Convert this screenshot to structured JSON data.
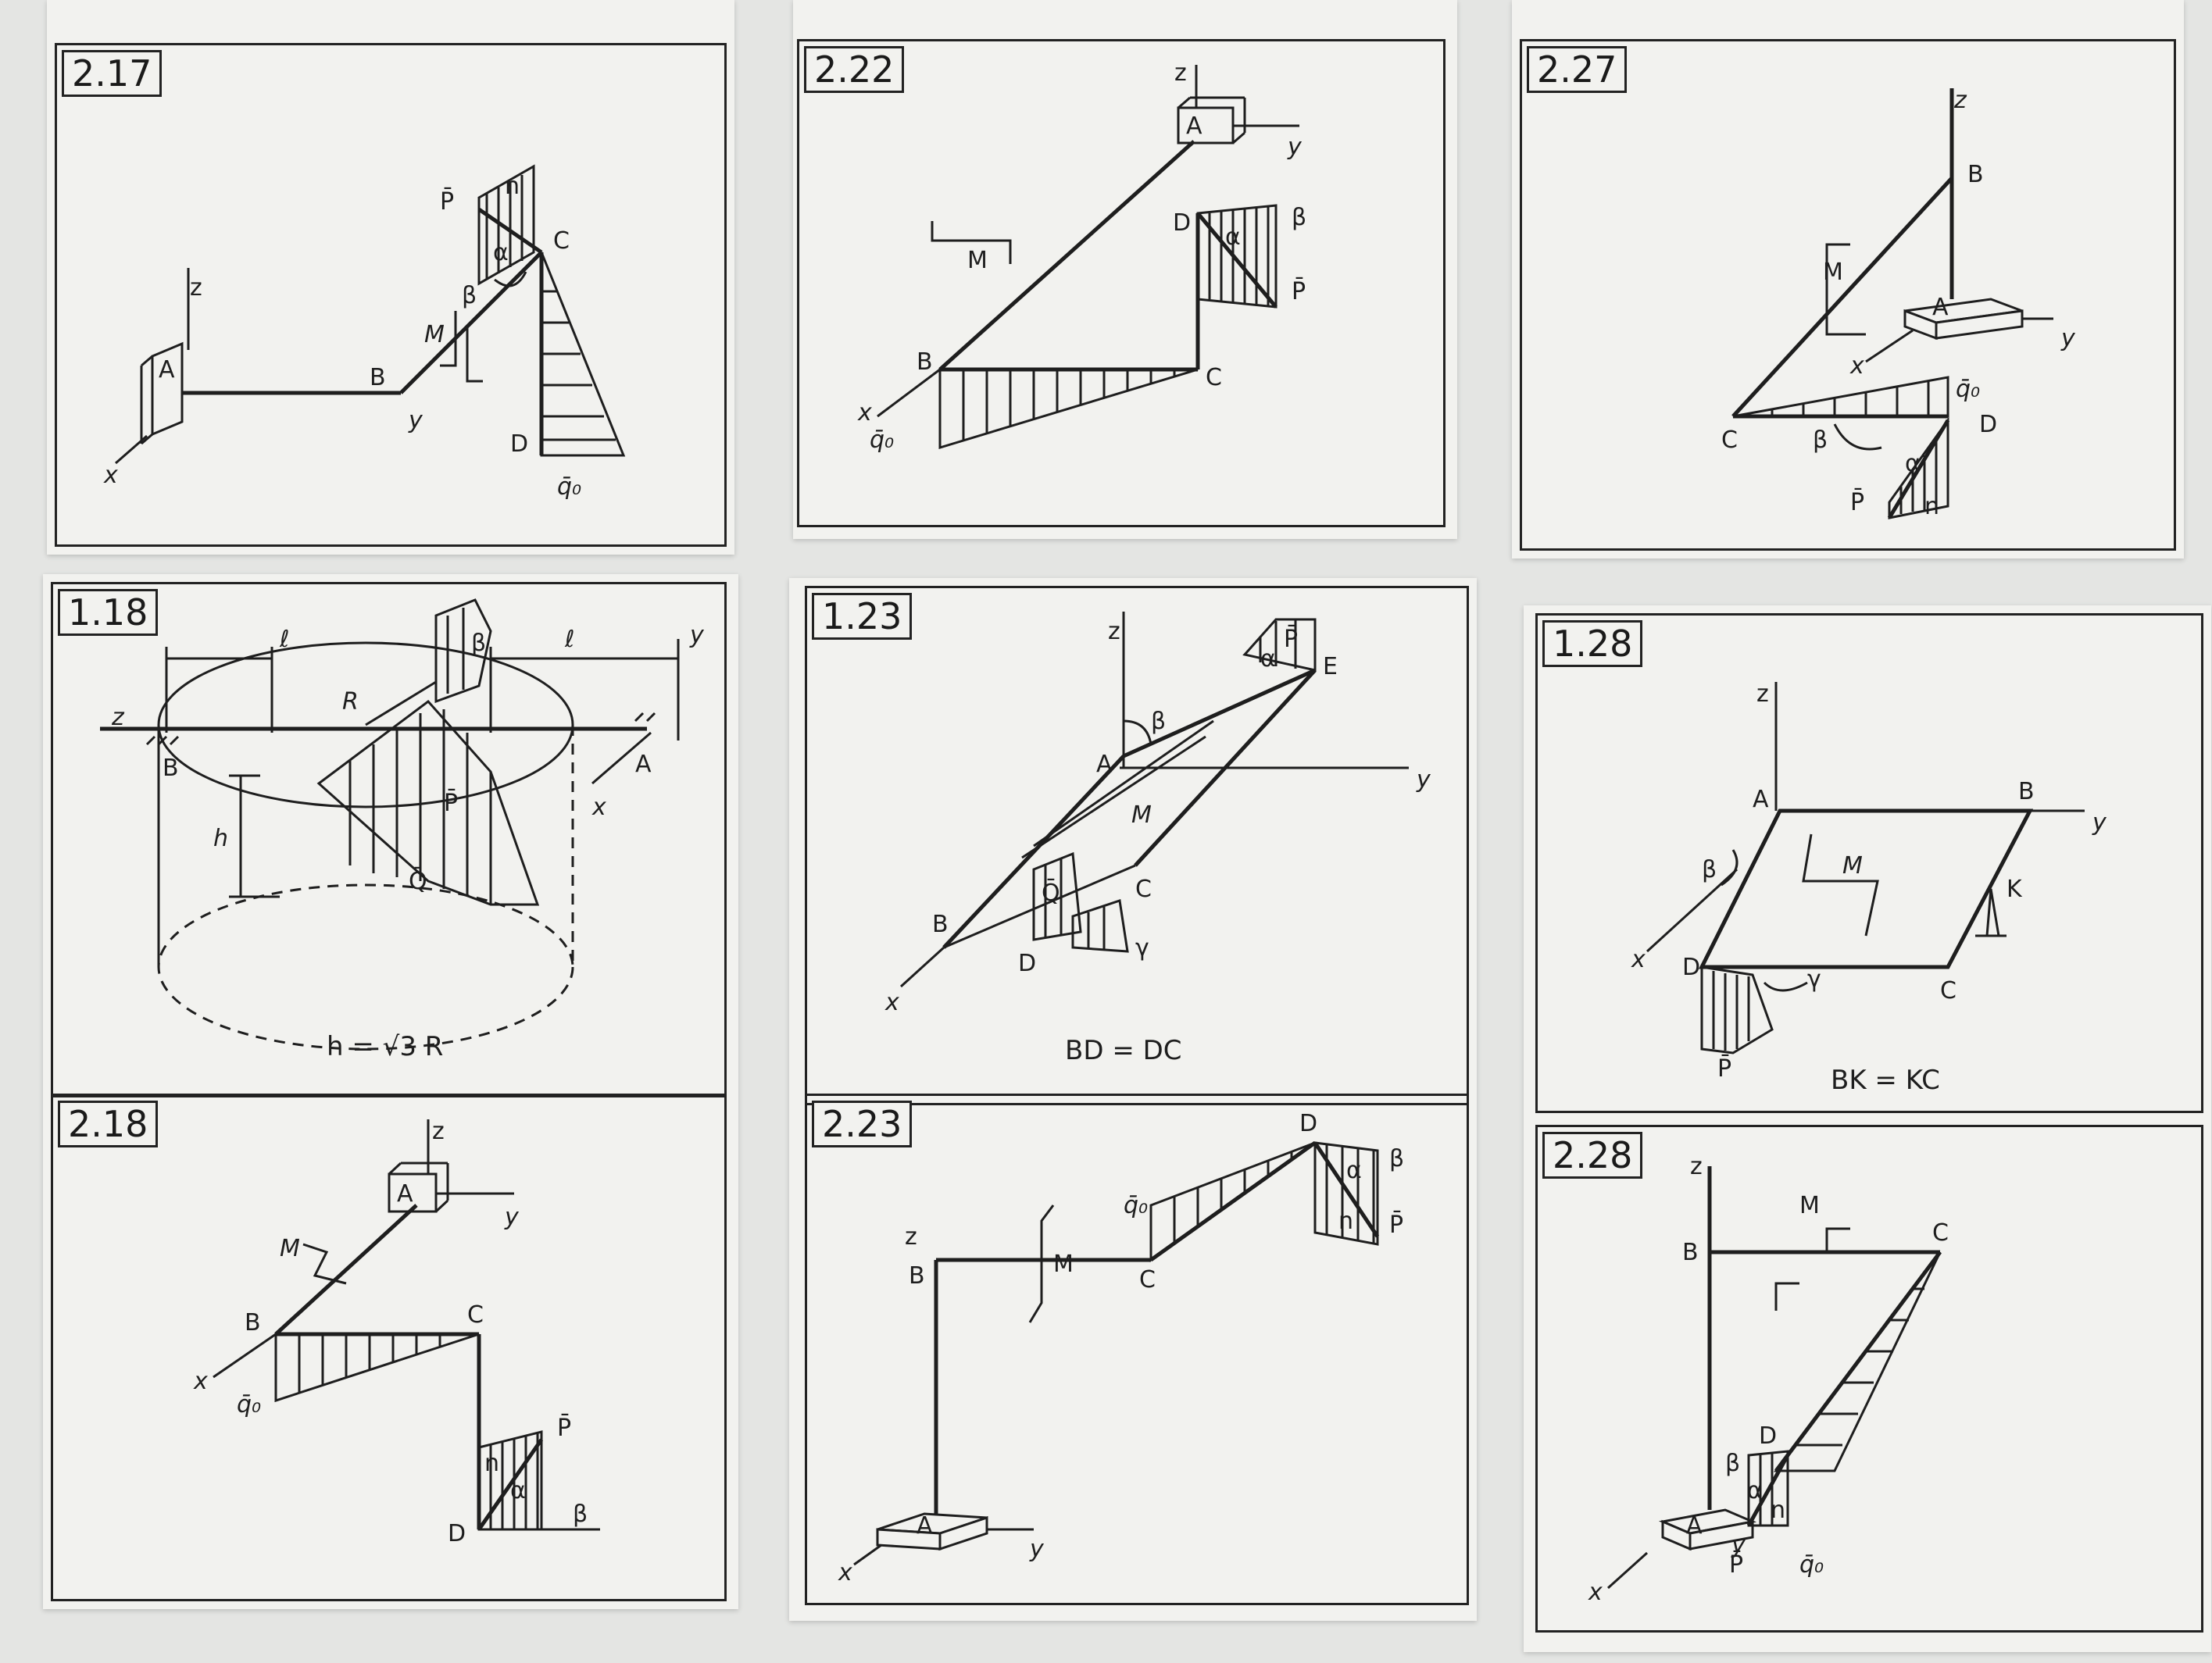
{
  "panels": [
    {
      "id": "2.17",
      "labels": {
        "z": "z",
        "x": "x",
        "y": "y",
        "A": "A",
        "B": "B",
        "C": "C",
        "D": "D",
        "M": "M",
        "P": "P̄",
        "n": "n",
        "alpha": "α",
        "beta": "β",
        "q": "q̄₀"
      }
    },
    {
      "id": "2.22",
      "labels": {
        "z": "z",
        "y": "y",
        "x": "x",
        "A": "A",
        "B": "B",
        "C": "C",
        "D": "D",
        "M": "M",
        "P": "P̄",
        "alpha": "α",
        "beta": "β",
        "q": "q̄₀"
      }
    },
    {
      "id": "2.27",
      "labels": {
        "z": "z",
        "y": "y",
        "x": "x",
        "A": "A",
        "B": "B",
        "C": "C",
        "D": "D",
        "M": "M",
        "P": "P̄",
        "n": "n",
        "alpha": "α",
        "beta": "β",
        "q": "q̄₀"
      }
    },
    {
      "id": "1.18",
      "note": "h = √3 R",
      "labels": {
        "z": "z",
        "y": "y",
        "x": "x",
        "A": "A",
        "B": "B",
        "l1": "ℓ",
        "l2": "ℓ",
        "R": "R",
        "h": "h",
        "P": "P̄",
        "Q": "Q̄",
        "beta": "β"
      }
    },
    {
      "id": "1.23",
      "note": "BD = DC",
      "labels": {
        "z": "z",
        "y": "y",
        "x": "x",
        "A": "A",
        "B": "B",
        "C": "C",
        "D": "D",
        "E": "E",
        "M": "M",
        "P": "P̄",
        "Q": "Q̄",
        "alpha": "α",
        "beta": "β",
        "gamma": "γ"
      }
    },
    {
      "id": "1.28",
      "note": "BK = KC",
      "labels": {
        "z": "z",
        "y": "y",
        "x": "x",
        "A": "A",
        "B": "B",
        "C": "C",
        "D": "D",
        "K": "K",
        "M": "M",
        "P": "P̄",
        "beta": "β",
        "gamma": "γ"
      }
    },
    {
      "id": "2.18",
      "labels": {
        "z": "z",
        "y": "y",
        "x": "x",
        "A": "A",
        "B": "B",
        "C": "C",
        "D": "D",
        "M": "M",
        "P": "P̄",
        "n": "n",
        "alpha": "α",
        "beta": "β",
        "q": "q̄₀"
      }
    },
    {
      "id": "2.23",
      "labels": {
        "z": "z",
        "y": "y",
        "x": "x",
        "A": "A",
        "B": "B",
        "C": "C",
        "D": "D",
        "M": "M",
        "P": "P̄",
        "n": "n",
        "alpha": "α",
        "beta": "β",
        "q": "q̄₀"
      }
    },
    {
      "id": "2.28",
      "labels": {
        "z": "z",
        "y": "y",
        "x": "x",
        "A": "A",
        "B": "B",
        "C": "C",
        "D": "D",
        "M": "M",
        "P": "P̄",
        "n": "n",
        "alpha": "α",
        "beta": "β",
        "q": "q̄₀"
      }
    }
  ]
}
